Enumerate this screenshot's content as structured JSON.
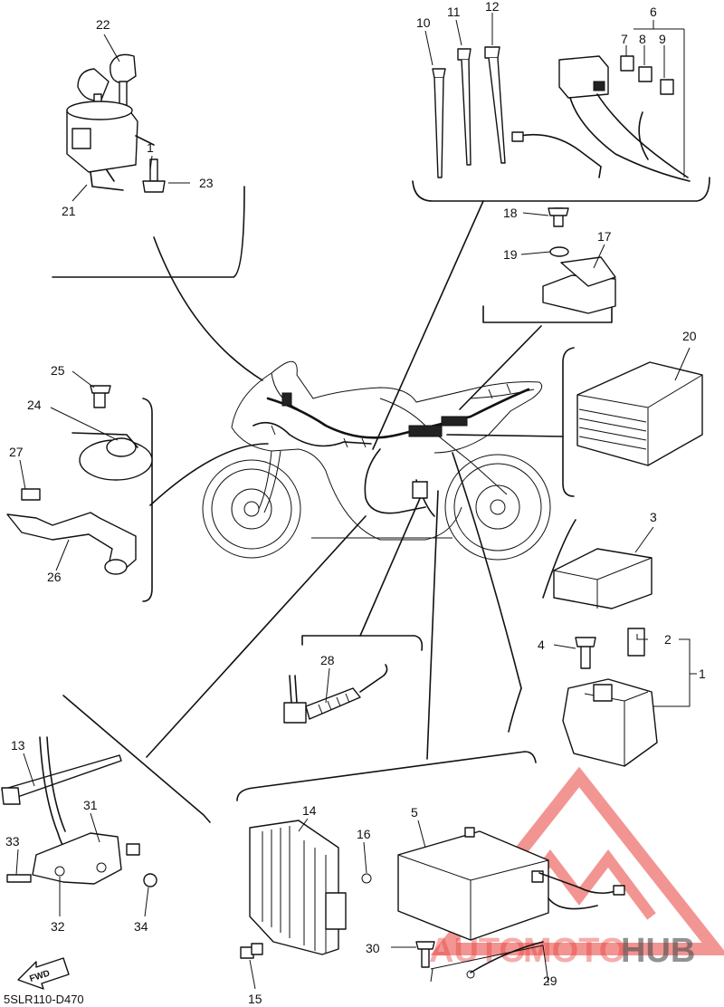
{
  "diagram_code": "5SLR110-D470",
  "fwd_label": "FWD",
  "watermark": {
    "text_auto": "AUTO",
    "text_moto": "MOTO",
    "text_hub": "HUB",
    "color_red": "#e8403a",
    "color_gray": "#4a4a4a"
  },
  "callouts": {
    "c1": "1",
    "c2": "2",
    "c3": "3",
    "c4": "4",
    "c5": "5",
    "c6": "6",
    "c7": "7",
    "c8": "8",
    "c9": "9",
    "c10": "10",
    "c11": "11",
    "c12": "12",
    "c13": "13",
    "c14": "14",
    "c15": "15",
    "c16": "16",
    "c17": "17",
    "c18": "18",
    "c19": "19",
    "c20": "20",
    "c21": "21",
    "c22": "22",
    "c23": "23",
    "c24": "24",
    "c25": "25",
    "c26": "26",
    "c27": "27",
    "c28": "28",
    "c29": "29",
    "c30": "30",
    "c31": "31",
    "c32": "32",
    "c33": "33",
    "c34": "34"
  }
}
